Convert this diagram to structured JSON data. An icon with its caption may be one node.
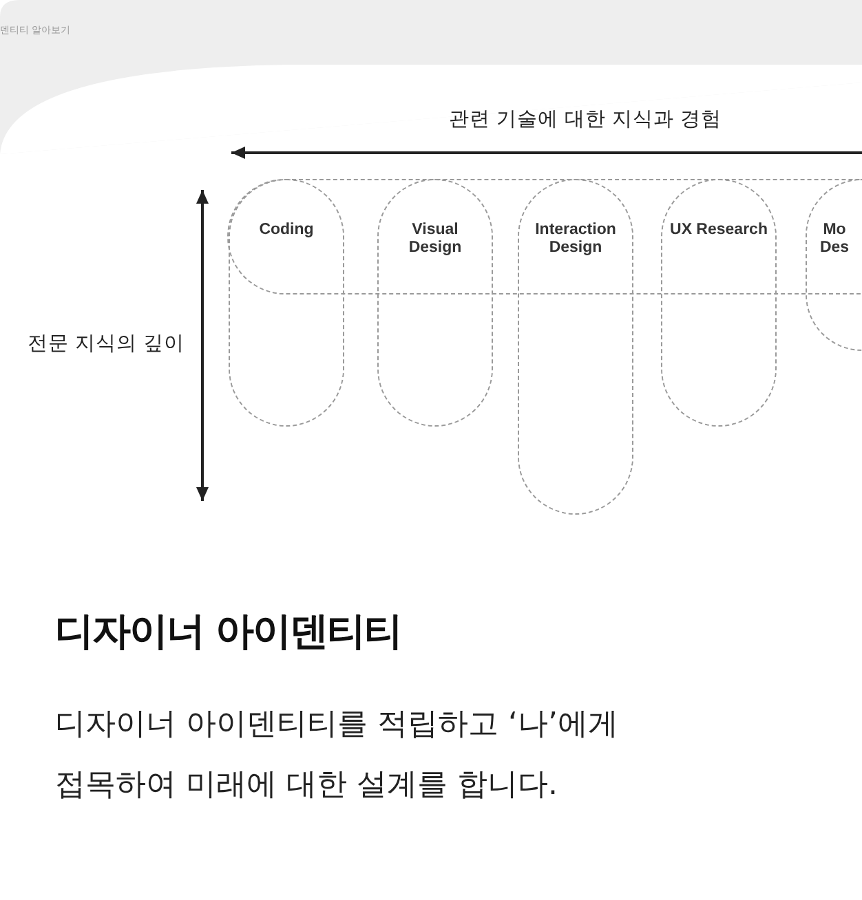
{
  "diagram": {
    "title": "디자이너 아이덴티티",
    "caption": "디자이너 아이덴티티를 적립하고 ‘나’에게 접목하여 미래에 대한 설계를 합니다.",
    "nodes": [
      {
        "text": [],
        "shape": "band"
      },
      {
        "text": [
          "Coding"
        ]
      },
      {
        "text": [
          "Visual Design"
        ]
      },
      {
        "text": [
          "Interaction Design"
        ]
      },
      {
        "text": [
          "UX Research"
        ]
      },
      {
        "text": [
          "Mo Des"
        ]
      }
    ],
    "edges": [],
    "labels": [
      "덴티티 알아보기",
      "관련 기술에 대한 지식과 경험",
      "전문 지식의 깊이"
    ]
  }
}
